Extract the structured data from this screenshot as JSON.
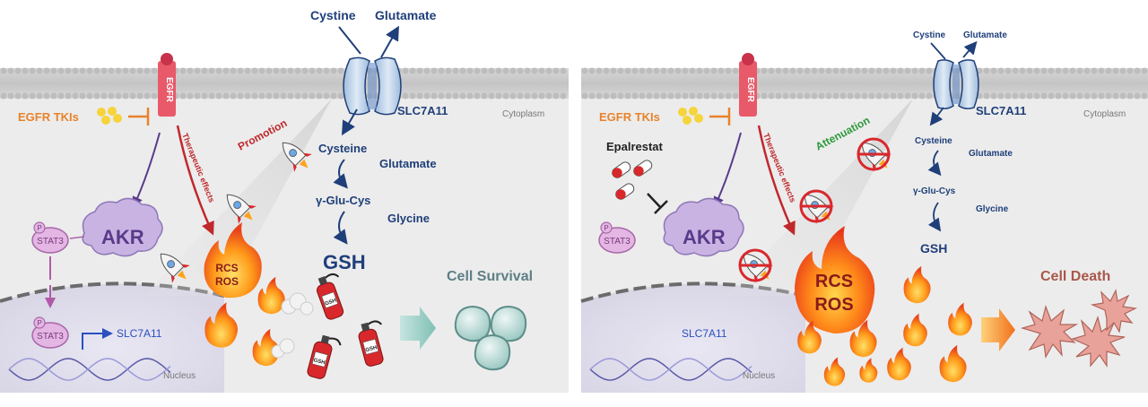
{
  "left_panel": {
    "transporter_substrates": {
      "cystine": "Cystine",
      "glutamate": "Glutamate"
    },
    "transporter_label": "SLC7A11",
    "receptor_label": "EGFR",
    "cytoplasm_label": "Cytoplasm",
    "inhibitor_label": "EGFR TKIs",
    "therapeutic_label": "Therapeutic effects",
    "promotion_label": "Promotion",
    "pathway": {
      "cysteine": "Cysteine",
      "glutamate": "Glutamate",
      "gamma_glu_cys": "γ-Glu-Cys",
      "glycine": "Glycine",
      "gsh": "GSH"
    },
    "akr_label": "AKR",
    "stat3_label": "STAT3",
    "phospho_label": "P",
    "stat3_nuclear_label": "STAT3",
    "gene_label": "SLC7A11",
    "rcs_label": "RCS",
    "ros_label": "ROS",
    "extinguisher_label": "GSH",
    "nucleus_label": "Nucleus",
    "outcome_label": "Cell Survival"
  },
  "right_panel": {
    "transporter_substrates": {
      "cystine": "Cystine",
      "glutamate": "Glutamate"
    },
    "transporter_label": "SLC7A11",
    "receptor_label": "EGFR",
    "cytoplasm_label": "Cytoplasm",
    "inhibitor_label": "EGFR TKIs",
    "drug_label": "Epalrestat",
    "therapeutic_label": "Therapeutic effects",
    "attenuation_label": "Attenuation",
    "pathway": {
      "cysteine": "Cysteine",
      "glutamate": "Glutamate",
      "gamma_glu_cys": "γ-Glu-Cys",
      "glycine": "Glycine",
      "gsh": "GSH"
    },
    "akr_label": "AKR",
    "stat3_label": "STAT3",
    "phospho_label": "P",
    "gene_label": "SLC7A11",
    "rcs_label": "RCS",
    "ros_label": "ROS",
    "nucleus_label": "Nucleus",
    "outcome_label": "Cell Death"
  },
  "colors": {
    "pathway_text": "#1f3f7a",
    "inhibitor_orange": "#e8822a",
    "therapeutic_red": "#c0282c",
    "promotion_red": "#c0282c",
    "attenuation_green": "#2e9a3c",
    "survival_text": "#5e7f86",
    "death_text": "#a8584a",
    "akr_purple": "#c9b3e2",
    "stat3_pink": "#e3b6e3"
  },
  "icons": [
    "egfr-receptor-icon",
    "slc7a11-transporter-icon",
    "rocket-icon",
    "flame-icon",
    "fire-extinguisher-icon",
    "pill-icon",
    "cell-icon",
    "neuron-cell-icon",
    "dna-icon"
  ]
}
